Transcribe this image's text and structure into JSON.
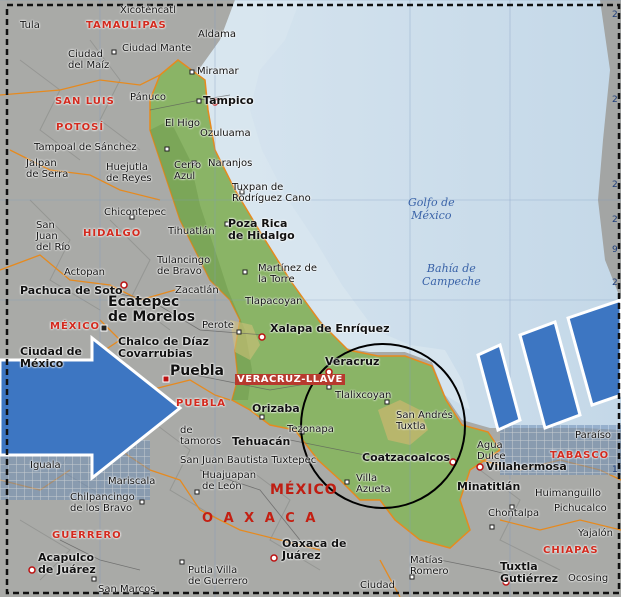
{
  "map": {
    "states": {
      "tamaulipas": "TAMAULIPAS",
      "san_luis": "SAN LUIS",
      "potosi": "POTOSÍ",
      "hidalgo": "HIDALGO",
      "mexico": "MÉXICO",
      "veracruz_llave": "VERACRUZ-LLAVE",
      "puebla": "PUEBLA",
      "oaxaca": "O A X A C A",
      "guerrero": "GUERRERO",
      "tabasco": "TABASCO",
      "chiapas": "CHIAPAS"
    },
    "country": "MÉXICO",
    "water": {
      "golfo": "Golfo de\nMéxico",
      "bahia": "Bahía de\nCampeche"
    },
    "cities": {
      "xicotencatl": "Xicoténcatl",
      "tula": "Tula",
      "aldama": "Aldama",
      "ciudad_del_maiz": "Ciudad\ndel Maíz",
      "ciudad_mante": "Ciudad Mante",
      "miramar": "Miramar",
      "panuco": "Pánuco",
      "tampico": "Tampico",
      "el_higo": "El Higo",
      "tampoal": "Tampoal de Sánchez",
      "ozuluama": "Ozuluama",
      "jalpan": "Jalpan\nde Serra",
      "huejutla": "Huejutla\nde Reyes",
      "cerro_azul": "Cerro\nAzul",
      "naranjos": "Naranjos",
      "tuxpan": "Tuxpan de\nRodríguez Cano",
      "chicontepec": "Chicontepec",
      "poza_rica": "Poza Rica\nde Hidalgo",
      "san_juan_del_rio": "San\nJuan\ndel Río",
      "tihuatlan": "Tihuatlán",
      "tulancingo": "Tulancingo\nde Bravo",
      "martinez": "Martínez de\nla Torre",
      "actopan": "Actopan",
      "pachuca": "Pachuca de Soto",
      "zacatlan": "Zacatlán",
      "ecatepec": "Ecatepec\nde Morelos",
      "tlapacoyan": "Tlapacoyan",
      "perote": "Perote",
      "xalapa": "Xalapa de Enríquez",
      "ciudad_de_mexico": "Ciudad de\nMéxico",
      "chalco": "Chalco de Díaz\nCovarrubias",
      "puebla": "Puebla",
      "veracruz": "Veracruz",
      "tlalixcoyan": "Tlalixcoyan",
      "orizaba": "Orizaba",
      "san_andres": "San Andrés\nTuxtla",
      "tezonapa": "Tezonapa",
      "tehuacan": "Tehuacán",
      "de_tamoros": "de\ntamoros",
      "agua_dulce": "Agua\nDulce",
      "villahermosa": "Villahermosa",
      "san_juan_bautista": "San Juan Bautista Tuxtepec",
      "coatzacoalcos": "Coatzacoalcos",
      "huajuapan": "Huajuapan\nde León",
      "villa_azueta": "Villa\nAzueta",
      "minatitlan": "Minatitlán",
      "huimanguillo": "Huimanguillo",
      "pichucalco": "Pichucalco",
      "chilpancingo": "Chilpancingo\nde los Bravo",
      "chontalpa": "Chontalpa",
      "yajalon": "Yajalón",
      "oaxaca": "Oaxaca de\nJuárez",
      "acapulco": "Acapulco\nde Juárez",
      "putla": "Putla Villa\nde Guerrero",
      "matias_romero": "Matías\nRomero",
      "tuxtla": "Tuxtla\nGutiérrez",
      "ocosing": "Ocosing",
      "san_marcos": "San Marcos",
      "ciudad": "Ciudad",
      "paraiso": "Paraíso",
      "mariscala": "Mariscala",
      "iguala": "Iguala"
    },
    "edge_labels": {
      "e1": "2",
      "e2": "2",
      "e3": "2",
      "e4": "1",
      "e5": "2",
      "e6": "2",
      "e7": "9"
    },
    "colors": {
      "sea": "#cfe0ec",
      "deep_sea": "#b8d0e2",
      "land": "#a7a9a6",
      "veracruz": "#86b063",
      "border": "#e68a1f",
      "arrow": "#3d76c2",
      "highlight_circle": "#000000"
    }
  }
}
